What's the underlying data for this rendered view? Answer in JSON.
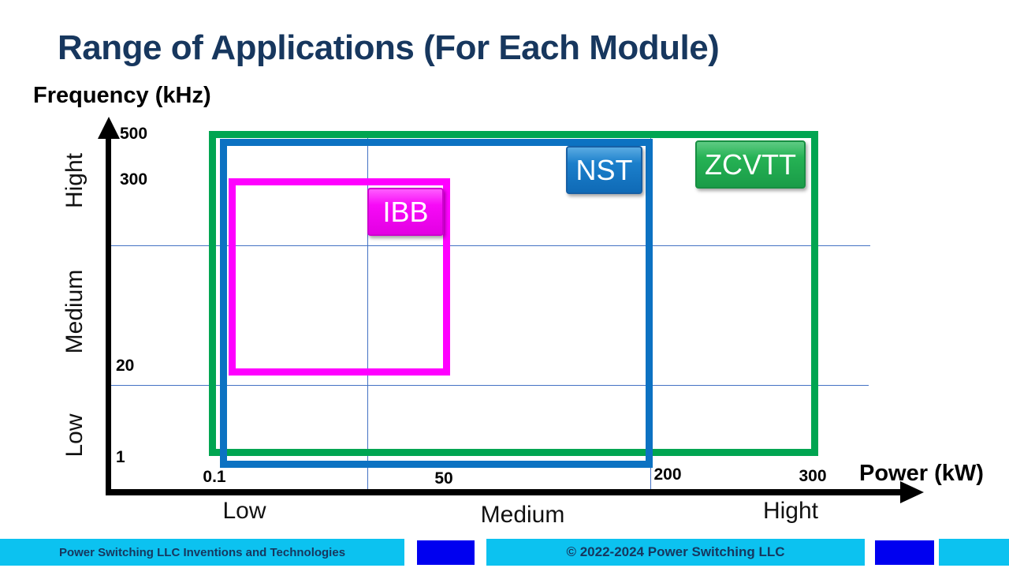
{
  "slide": {
    "title": "Range of Applications (For Each Module)",
    "y_axis_title": "Frequency (kHz)",
    "x_axis_title": "Power (kW)"
  },
  "chart_data": {
    "type": "range-box",
    "title": "Range of Applications (For Each Module)",
    "xlabel": "Power (kW)",
    "ylabel": "Frequency (kHz)",
    "x_ticks": [
      "0.1",
      "50",
      "200",
      "300"
    ],
    "y_ticks": [
      "500",
      "300",
      "20",
      "1"
    ],
    "x_bands": [
      "Low",
      "Medium",
      "Hight"
    ],
    "y_bands": [
      "Hight",
      "Medium",
      "Low"
    ],
    "grid": true,
    "legend_position": "badges-inside-plot",
    "series": [
      {
        "name": "ZCVTT",
        "power_kw_range": [
          0.1,
          300
        ],
        "frequency_khz_range": [
          1,
          500
        ],
        "color": "#00A551"
      },
      {
        "name": "NST",
        "power_kw_range": [
          0.1,
          200
        ],
        "frequency_khz_range": [
          1,
          500
        ],
        "color": "#0C72C2"
      },
      {
        "name": "IBB",
        "power_kw_range": [
          0.1,
          50
        ],
        "frequency_khz_range": [
          20,
          300
        ],
        "color": "#FF00FF"
      }
    ]
  },
  "footer": {
    "left_text": "Power Switching LLC Inventions and Technologies",
    "center_text": "© 2022-2024 Power Switching LLC",
    "bar_color": "#0CC2F0",
    "square_color": "#0000F0",
    "text_color": "#17375E"
  },
  "colors": {
    "title": "#17375E",
    "gridline": "#4472C4",
    "axis": "#000000"
  }
}
